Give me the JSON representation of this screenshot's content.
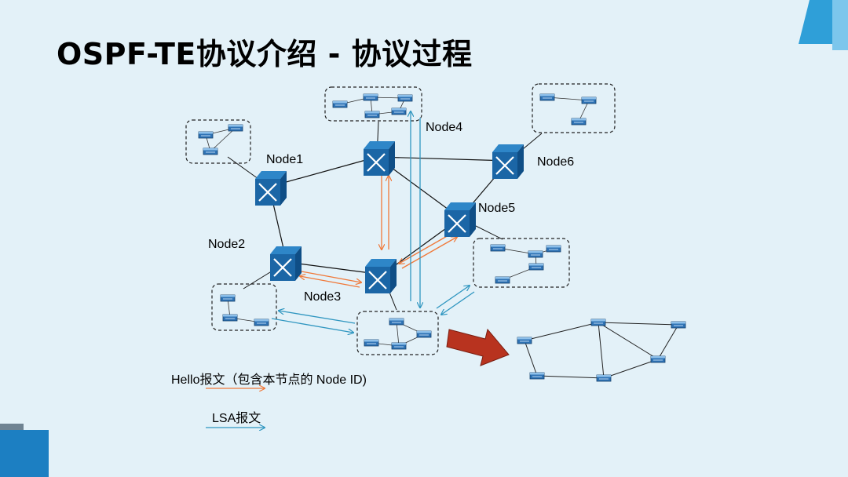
{
  "slide": {
    "title": "OSPF-TE协议介绍 - 协议过程"
  },
  "nodes": {
    "node1": "Node1",
    "node2": "Node2",
    "node3": "Node3",
    "node4": "Node4",
    "node5": "Node5",
    "node6": "Node6"
  },
  "legend": {
    "hello_label": "Hello报文（包含本节点的 Node ID)",
    "lsa_label": "LSA报文"
  },
  "colors": {
    "hello_arrow": "#f07838",
    "lsa_arrow": "#2f96c0",
    "router": "#1b66a6",
    "big_arrow": "#b8331f"
  }
}
